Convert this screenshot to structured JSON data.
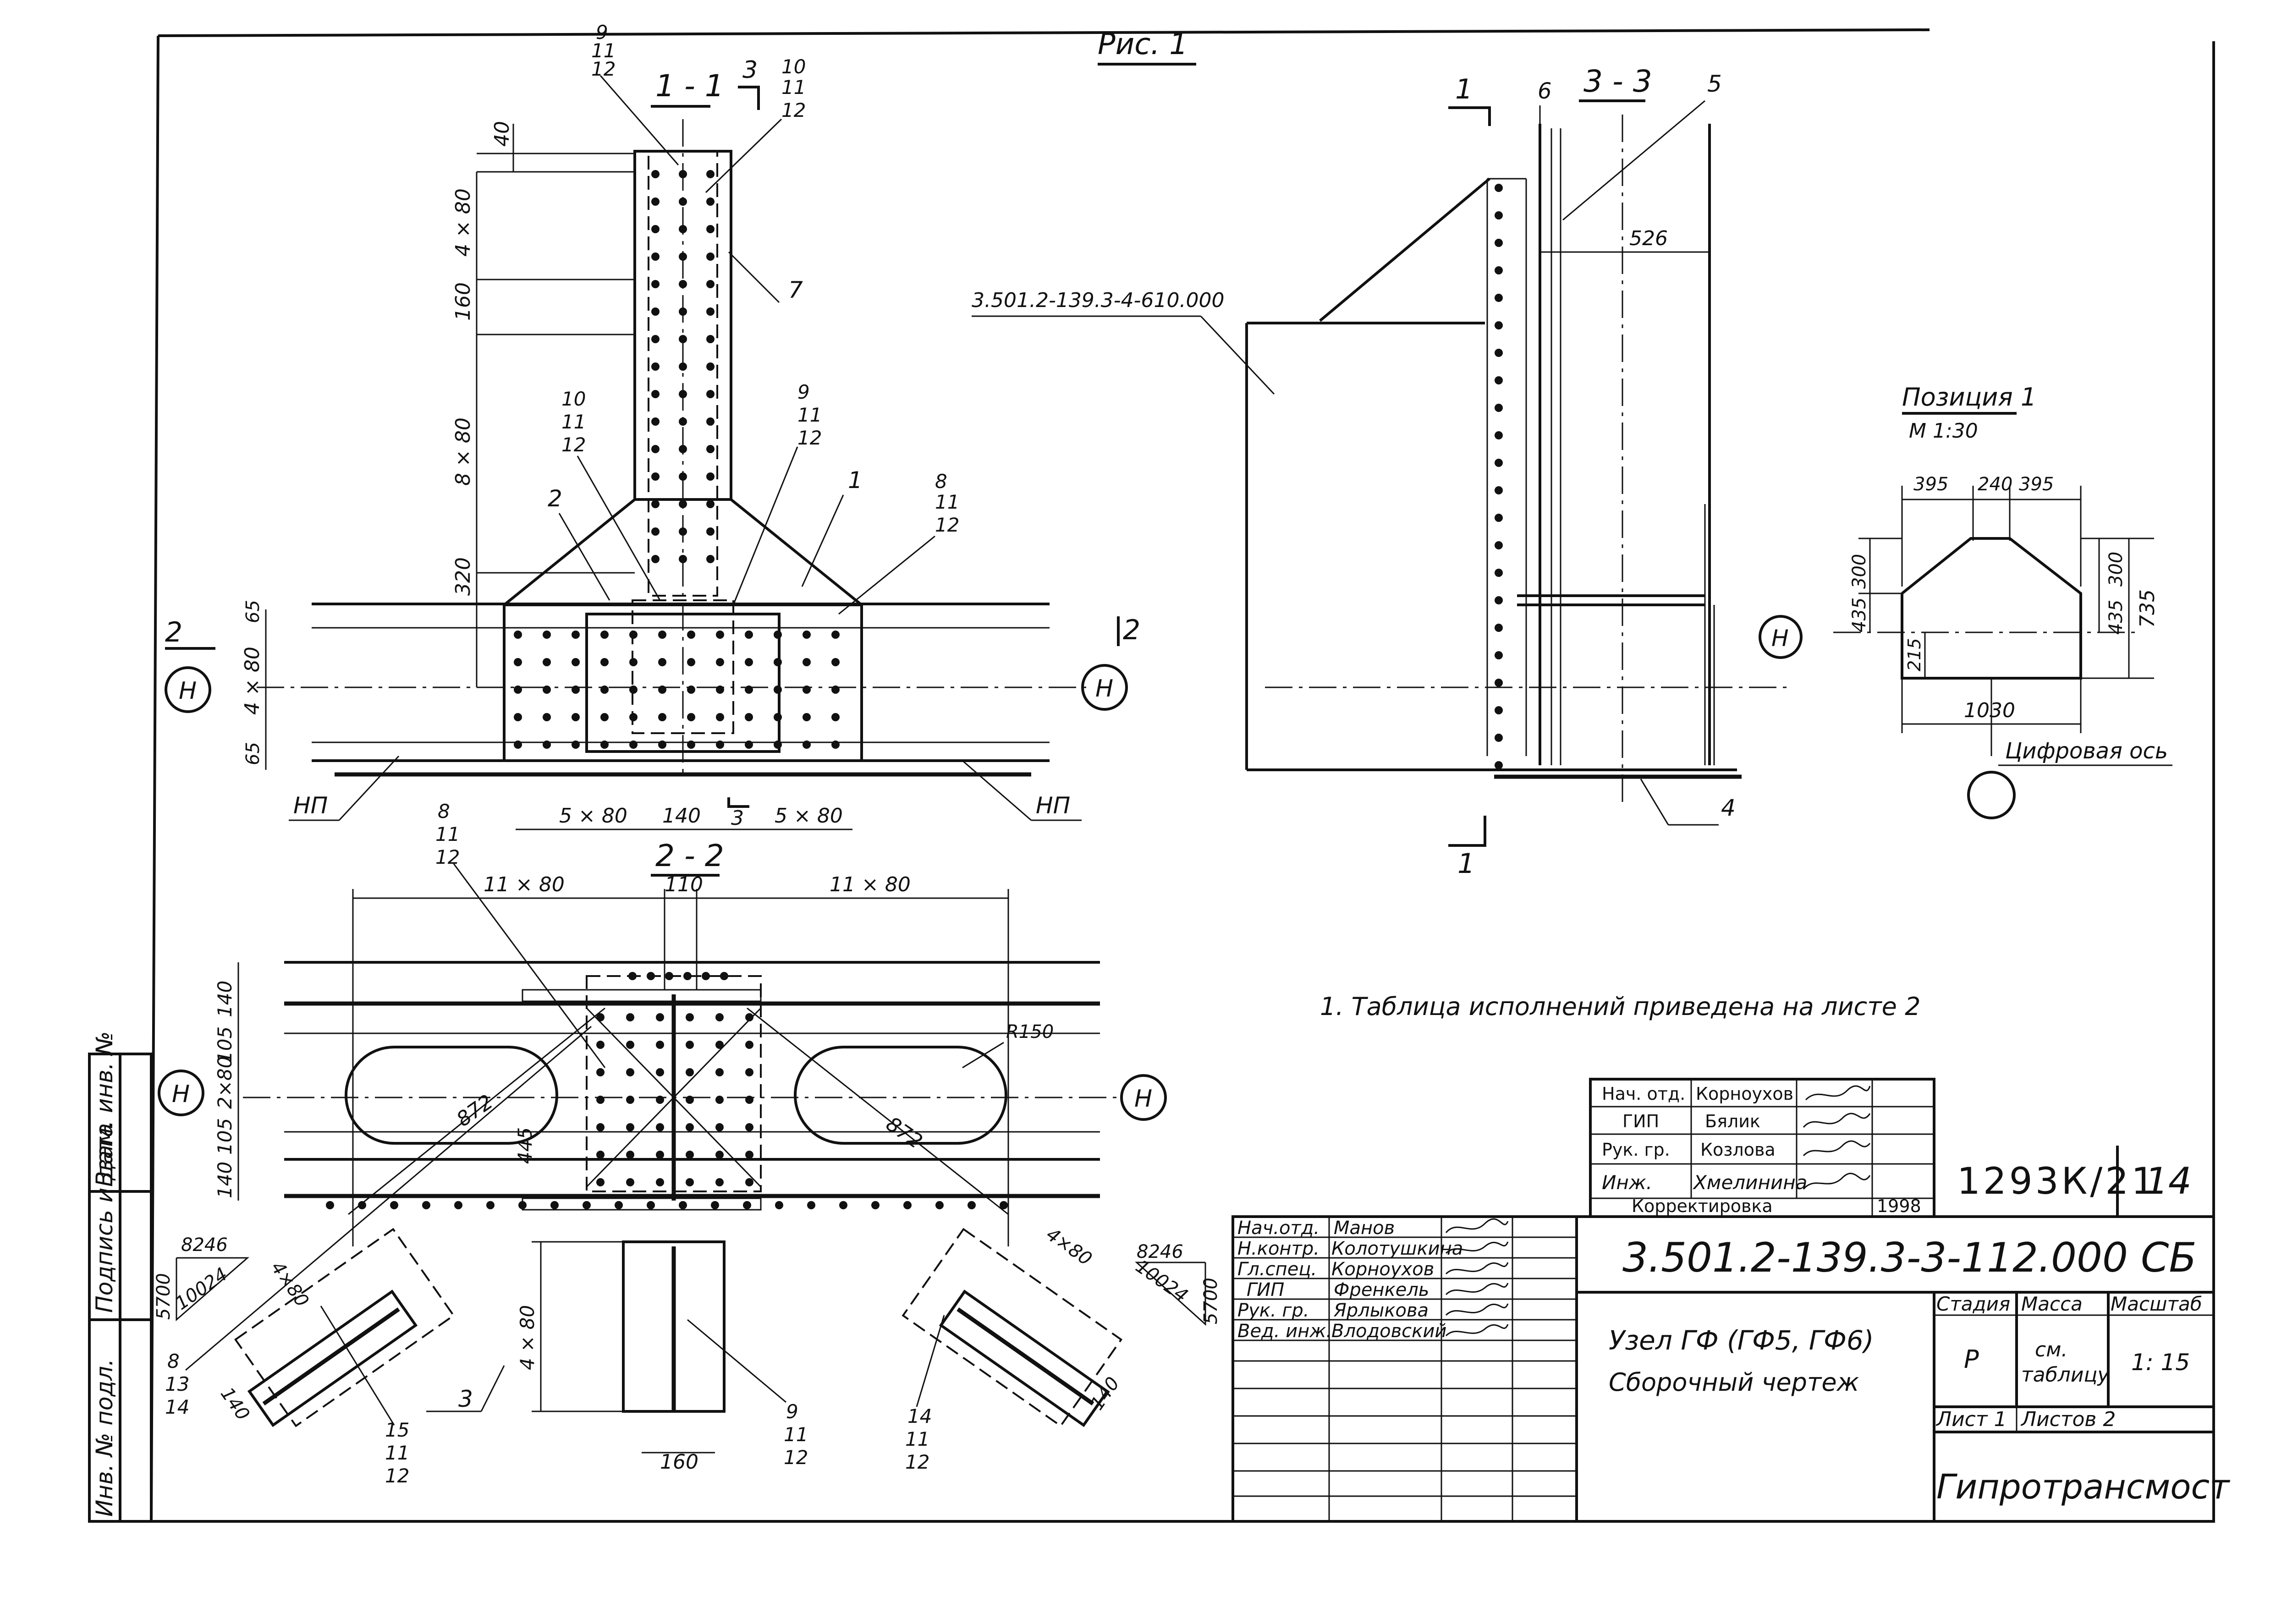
{
  "figure_title": "Рис. 1",
  "sections": {
    "s11": "1 - 1",
    "s22": "2 - 2",
    "s33": "3 - 3",
    "cut1": "1",
    "cut2": "2",
    "cut3": "3"
  },
  "axis_marker": "Н",
  "np_label": "НП",
  "dimensions": {
    "d40": "40",
    "d4x80": "4 × 80",
    "d160": "160",
    "d8x80": "8 × 80",
    "d320": "320",
    "d65": "65",
    "d5x80": "5 × 80",
    "d140": "140",
    "d11x80": "11 × 80",
    "d110": "110",
    "d105": "105",
    "d2x80": "2×80",
    "r150": "R150",
    "d872": "872",
    "d445": "445",
    "d526": "526",
    "p395": "395",
    "p240": "240",
    "p300": "300",
    "p435": "435",
    "p215": "215",
    "p735": "735",
    "p1030": "1030",
    "d8246": "8246",
    "d10024": "10024",
    "d5700": "5700",
    "d4x80b": "4×80"
  },
  "callouts": {
    "c1": "1",
    "c2": "2",
    "c3": "3",
    "c4": "4",
    "c5": "5",
    "c6": "6",
    "c7": "7",
    "c8": "8",
    "c9": "9",
    "c10": "10",
    "c11": "11",
    "c12": "12",
    "c13": "13",
    "c14": "14",
    "c15": "15"
  },
  "reference_mark": "3.501.2-139.3-4-610.000",
  "position_title": "Позиция 1",
  "position_scale": "М 1:30",
  "axis_note": "Цифровая ось",
  "note": "1. Таблица исполнений приведена на листе 2",
  "correction_block": {
    "rows": [
      {
        "role": "Нач. отд.",
        "name": "Корноухов"
      },
      {
        "role": "ГИП",
        "name": "Бялик"
      },
      {
        "role": "Рук. гр.",
        "name": "Козлова"
      },
      {
        "role": "Инж.",
        "name": "Хмелинина"
      }
    ],
    "footer": "Корректировка",
    "year": "1998"
  },
  "doc_code": "1293К/21",
  "sheet_number": "14",
  "title_block": {
    "designation": "3.501.2-139.3-3-112.000 СБ",
    "rows": [
      {
        "role": "Нач.отд.",
        "name": "Манов"
      },
      {
        "role": "Н.контр.",
        "name": "Колотушкина"
      },
      {
        "role": "Гл.спец.",
        "name": "Корноухов"
      },
      {
        "role": "ГИП",
        "name": "Френкель"
      },
      {
        "role": "Рук. гр.",
        "name": "Ярлыкова"
      },
      {
        "role": "Вед. инж.",
        "name": "Влодовский"
      }
    ],
    "title_line1": "Узел ГФ (ГФ5, ГФ6)",
    "title_line2": "Сборочный  чертеж",
    "h_stage": "Стадия",
    "h_mass": "Масса",
    "h_scale": "Масштаб",
    "stage": "Р",
    "mass_line1": "см.",
    "mass_line2": "таблицу",
    "scale": "1: 15",
    "sheet": "Лист 1",
    "sheets": "Листов  2",
    "organization": "Гипротрансмост"
  },
  "side_stamp": {
    "inv_orig": "Инв. № подл.",
    "sign_date": "Подпись и дата",
    "inv_repl": "Взам. инв. №"
  }
}
